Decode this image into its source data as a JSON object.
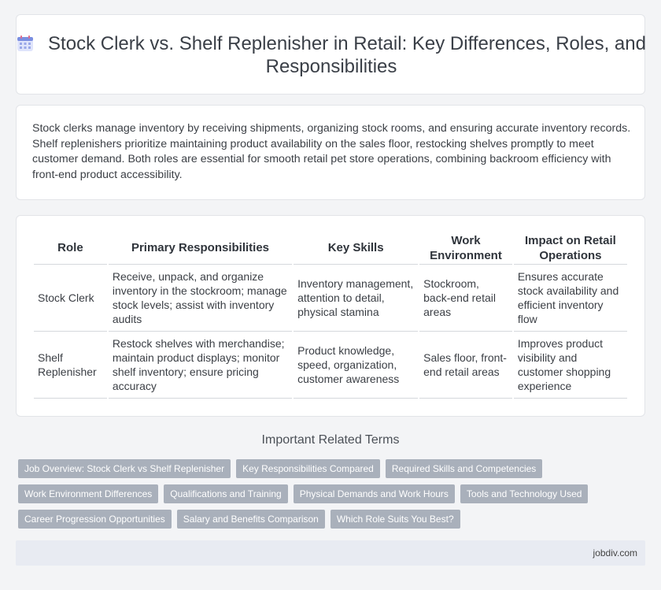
{
  "header": {
    "title": "Stock Clerk vs. Shelf Replenisher in Retail: Key Differences, Roles, and Responsibilities",
    "icon": "calendar-icon"
  },
  "intro": {
    "text": "Stock clerks manage inventory by receiving shipments, organizing stock rooms, and ensuring accurate inventory records. Shelf replenishers prioritize maintaining product availability on the sales floor, restocking shelves promptly to meet customer demand. Both roles are essential for smooth retail pet store operations, combining backroom efficiency with front-end product accessibility."
  },
  "table": {
    "headers": [
      "Role",
      "Primary Responsibilities",
      "Key Skills",
      "Work Environment",
      "Impact on Retail Operations"
    ],
    "rows": [
      [
        "Stock Clerk",
        "Receive, unpack, and organize inventory in the stockroom; manage stock levels; assist with inventory audits",
        "Inventory management, attention to detail, physical stamina",
        "Stockroom, back-end retail areas",
        "Ensures accurate stock availability and efficient inventory flow"
      ],
      [
        "Shelf Replenisher",
        "Restock shelves with merchandise; maintain product displays; monitor shelf inventory; ensure pricing accuracy",
        "Product knowledge, speed, organization, customer awareness",
        "Sales floor, front-end retail areas",
        "Improves product visibility and customer shopping experience"
      ]
    ]
  },
  "related": {
    "title": "Important Related Terms",
    "tags": [
      [
        "Job Overview: Stock Clerk vs Shelf Replenisher",
        "Key Responsibilities Compared",
        "Required Skills and Competencies"
      ],
      [
        "Work Environment Differences",
        "Qualifications and Training",
        "Physical Demands and Work Hours",
        "Tools and Technology Used"
      ],
      [
        "Career Progression Opportunities",
        "Salary and Benefits Comparison",
        "Which Role Suits You Best?"
      ]
    ]
  },
  "footer": {
    "site": "jobdiv.com"
  },
  "colors": {
    "tag_bg": "#a9b0bb",
    "footer_bg": "#e8ebf2",
    "icon_accent": "#7b8ee0"
  }
}
